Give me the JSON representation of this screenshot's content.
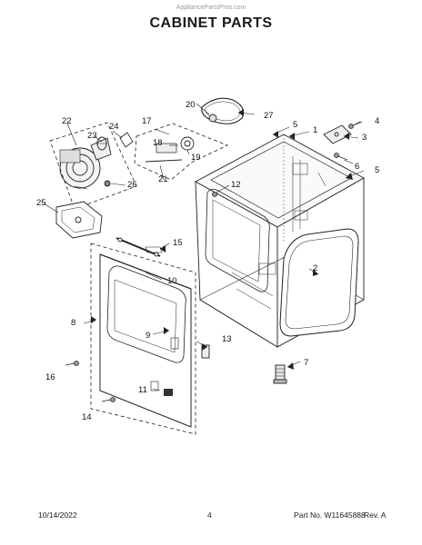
{
  "watermark": "AppliancePartsPros.com",
  "title": "CABINET PARTS",
  "callouts": {
    "c1": "1",
    "c2": "2",
    "c3": "3",
    "c4": "4",
    "c5a": "5",
    "c5b": "5",
    "c6": "6",
    "c7": "7",
    "c8": "8",
    "c9": "9",
    "c10": "10",
    "c11": "11",
    "c12": "12",
    "c13": "13",
    "c14": "14",
    "c15": "15",
    "c16": "16",
    "c17": "17",
    "c18": "18",
    "c19": "19",
    "c20": "20",
    "c21": "21",
    "c22": "22",
    "c23": "23",
    "c24": "24",
    "c25": "25",
    "c26": "26",
    "c27": "27"
  },
  "footer": {
    "date": "10/14/2022",
    "page": "4",
    "part": "Part No. W11645888",
    "rev": "Rev. A"
  }
}
